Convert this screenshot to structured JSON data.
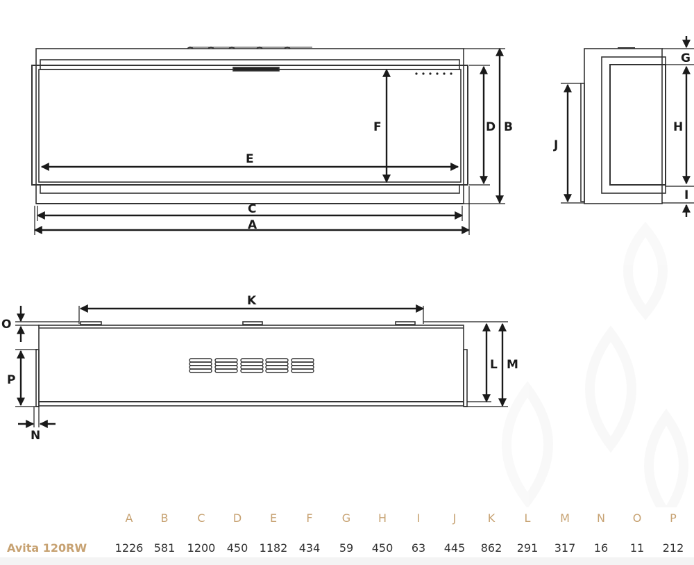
{
  "diagram": {
    "front_view": {
      "labels": {
        "A": "A",
        "B": "B",
        "C": "C",
        "D": "D",
        "E": "E",
        "F": "F"
      }
    },
    "side_view": {
      "labels": {
        "G": "G",
        "H": "H",
        "I": "I",
        "J": "J"
      }
    },
    "top_view": {
      "labels": {
        "K": "K",
        "L": "L",
        "M": "M",
        "N": "N",
        "O": "O",
        "P": "P"
      }
    }
  },
  "spec_table": {
    "model": "Avita 120RW",
    "columns": [
      "A",
      "B",
      "C",
      "D",
      "E",
      "F",
      "G",
      "H",
      "I",
      "J",
      "K",
      "L",
      "M",
      "N",
      "O",
      "P"
    ],
    "values": [
      "1226",
      "581",
      "1200",
      "450",
      "1182",
      "434",
      "59",
      "450",
      "63",
      "445",
      "862",
      "291",
      "317",
      "16",
      "11",
      "212"
    ],
    "accent_color": "#c7a272"
  }
}
